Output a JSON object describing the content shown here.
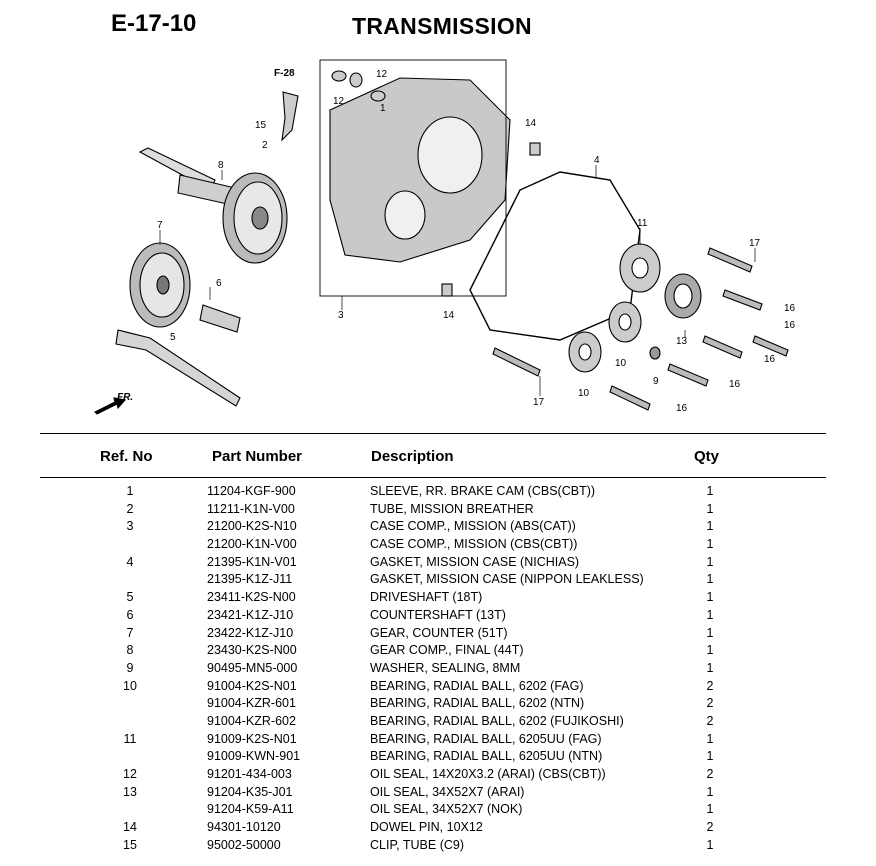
{
  "page_code": "E-17-10",
  "title": "TRANSMISSION",
  "diagram": {
    "callouts": [
      "F-28",
      "15",
      "2",
      "12",
      "12",
      "1",
      "3",
      "4",
      "5",
      "6",
      "7",
      "8",
      "9",
      "10",
      "10",
      "11",
      "13",
      "14",
      "14",
      "16",
      "16",
      "16",
      "16",
      "16",
      "17",
      "17"
    ],
    "direction_label": "FR."
  },
  "table": {
    "headers": {
      "ref": "Ref. No",
      "part": "Part Number",
      "desc": "Description",
      "qty": "Qty"
    },
    "rows": [
      {
        "ref": "1",
        "part": "11204-KGF-900",
        "desc": "SLEEVE, RR. BRAKE CAM (CBS(CBT))",
        "qty": "1"
      },
      {
        "ref": "2",
        "part": "11211-K1N-V00",
        "desc": "TUBE, MISSION BREATHER",
        "qty": "1"
      },
      {
        "ref": "3",
        "part": "21200-K2S-N10",
        "desc": "CASE COMP., MISSION (ABS(CAT))",
        "qty": "1"
      },
      {
        "ref": "",
        "part": "21200-K1N-V00",
        "desc": "CASE COMP., MISSION (CBS(CBT))",
        "qty": "1"
      },
      {
        "ref": "4",
        "part": "21395-K1N-V01",
        "desc": "GASKET, MISSION CASE (NICHIAS)",
        "qty": "1"
      },
      {
        "ref": "",
        "part": "21395-K1Z-J11",
        "desc": "GASKET, MISSION CASE (NIPPON LEAKLESS)",
        "qty": "1"
      },
      {
        "ref": "5",
        "part": "23411-K2S-N00",
        "desc": "DRIVESHAFT (18T)",
        "qty": "1"
      },
      {
        "ref": "6",
        "part": "23421-K1Z-J10",
        "desc": "COUNTERSHAFT (13T)",
        "qty": "1"
      },
      {
        "ref": "7",
        "part": "23422-K1Z-J10",
        "desc": "GEAR, COUNTER (51T)",
        "qty": "1"
      },
      {
        "ref": "8",
        "part": "23430-K2S-N00",
        "desc": "GEAR COMP., FINAL (44T)",
        "qty": "1"
      },
      {
        "ref": "9",
        "part": "90495-MN5-000",
        "desc": "WASHER, SEALING, 8MM",
        "qty": "1"
      },
      {
        "ref": "10",
        "part": "91004-K2S-N01",
        "desc": "BEARING, RADIAL BALL, 6202 (FAG)",
        "qty": "2"
      },
      {
        "ref": "",
        "part": "91004-KZR-601",
        "desc": "BEARING, RADIAL BALL, 6202 (NTN)",
        "qty": "2"
      },
      {
        "ref": "",
        "part": "91004-KZR-602",
        "desc": "BEARING, RADIAL BALL, 6202 (FUJIKOSHI)",
        "qty": "2"
      },
      {
        "ref": "11",
        "part": "91009-K2S-N01",
        "desc": "BEARING, RADIAL BALL, 6205UU (FAG)",
        "qty": "1"
      },
      {
        "ref": "",
        "part": "91009-KWN-901",
        "desc": "BEARING, RADIAL BALL, 6205UU (NTN)",
        "qty": "1"
      },
      {
        "ref": "12",
        "part": "91201-434-003",
        "desc": "OIL SEAL, 14X20X3.2 (ARAI) (CBS(CBT))",
        "qty": "2"
      },
      {
        "ref": "13",
        "part": "91204-K35-J01",
        "desc": "OIL SEAL, 34X52X7 (ARAI)",
        "qty": "1"
      },
      {
        "ref": "",
        "part": "91204-K59-A11",
        "desc": "OIL SEAL, 34X52X7 (NOK)",
        "qty": "1"
      },
      {
        "ref": "14",
        "part": "94301-10120",
        "desc": "DOWEL PIN, 10X12",
        "qty": "2"
      },
      {
        "ref": "15",
        "part": "95002-50000",
        "desc": "CLIP, TUBE (C9)",
        "qty": "1"
      }
    ]
  }
}
